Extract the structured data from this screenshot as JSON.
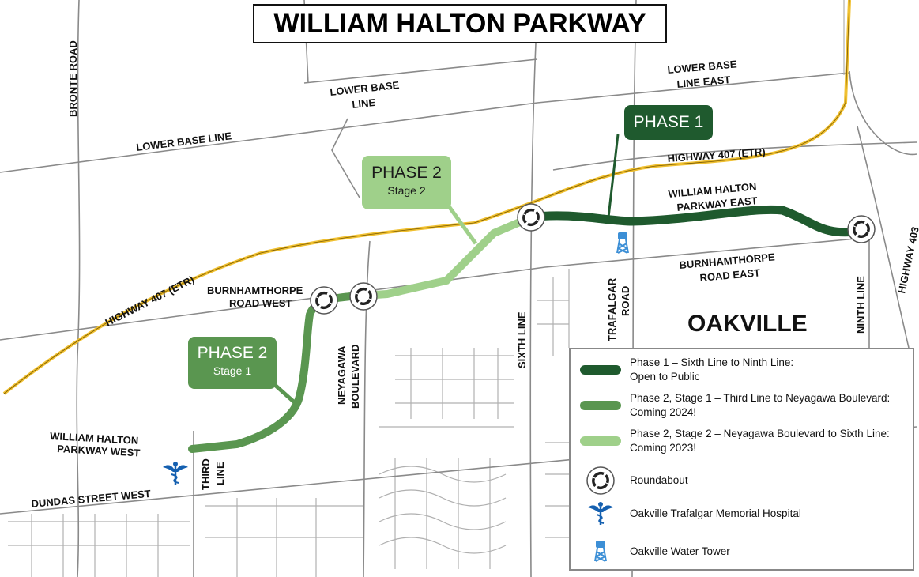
{
  "title": "WILLIAM HALTON PARKWAY",
  "colors": {
    "phase1": "#1f5a2e",
    "phase2_stage1": "#5a9650",
    "phase2_stage2": "#9fd08a",
    "highway": "#f0c030",
    "hospital": "#1560b0",
    "water_tower": "#3c8fd6"
  },
  "callouts": {
    "phase1": {
      "title": "PHASE 1"
    },
    "phase2_stage2": {
      "title": "PHASE 2",
      "subtitle": "Stage 2"
    },
    "phase2_stage1": {
      "title": "PHASE 2",
      "subtitle": "Stage 1"
    }
  },
  "road_labels": {
    "bronte": "BRONTE ROAD",
    "lower_base_line_w": "LOWER BASE LINE",
    "lower_base_line_1": "LOWER BASE",
    "lower_base_line_2": "LINE",
    "lower_base_east_1": "LOWER BASE",
    "lower_base_east_2": "LINE EAST",
    "hwy407_east": "HIGHWAY 407 (ETR)",
    "hwy407_west": "HIGHWAY 407 (ETR)",
    "whp_east_1": "WILLIAM HALTON",
    "whp_east_2": "PARKWAY EAST",
    "burn_east_1": "BURNHAMTHORPE",
    "burn_east_2": "ROAD EAST",
    "burn_west_1": "BURNHAMTHORPE",
    "burn_west_2": "ROAD WEST",
    "whp_west_1": "WILLIAM HALTON",
    "whp_west_2": "PARKWAY WEST",
    "dundas": "DUNDAS STREET WEST",
    "third_1": "THIRD",
    "third_2": "LINE",
    "neyagawa_1": "NEYAGAWA",
    "neyagawa_2": "BOULEVARD",
    "sixth": "SIXTH LINE",
    "trafalgar_1": "TRAFALGAR",
    "trafalgar_2": "ROAD",
    "ninth": "NINTH LINE",
    "hwy403": "HIGHWAY 403"
  },
  "town": "OAKVILLE",
  "legend": [
    {
      "icon": "phase1-line",
      "line1": "Phase 1 – Sixth Line to Ninth Line:",
      "line2": "Open to Public"
    },
    {
      "icon": "phase2-stage1-line",
      "line1": "Phase 2, Stage 1 – Third Line to Neyagawa Boulevard:",
      "line2": "Coming 2024!"
    },
    {
      "icon": "phase2-stage2-line",
      "line1": "Phase 2, Stage 2 – Neyagawa Boulevard to Sixth Line:",
      "line2": "Coming 2023!"
    },
    {
      "icon": "roundabout-icon",
      "line1": "Roundabout"
    },
    {
      "icon": "hospital-icon",
      "line1": "Oakville Trafalgar Memorial Hospital"
    },
    {
      "icon": "water-tower-icon",
      "line1": "Oakville Water Tower"
    }
  ]
}
